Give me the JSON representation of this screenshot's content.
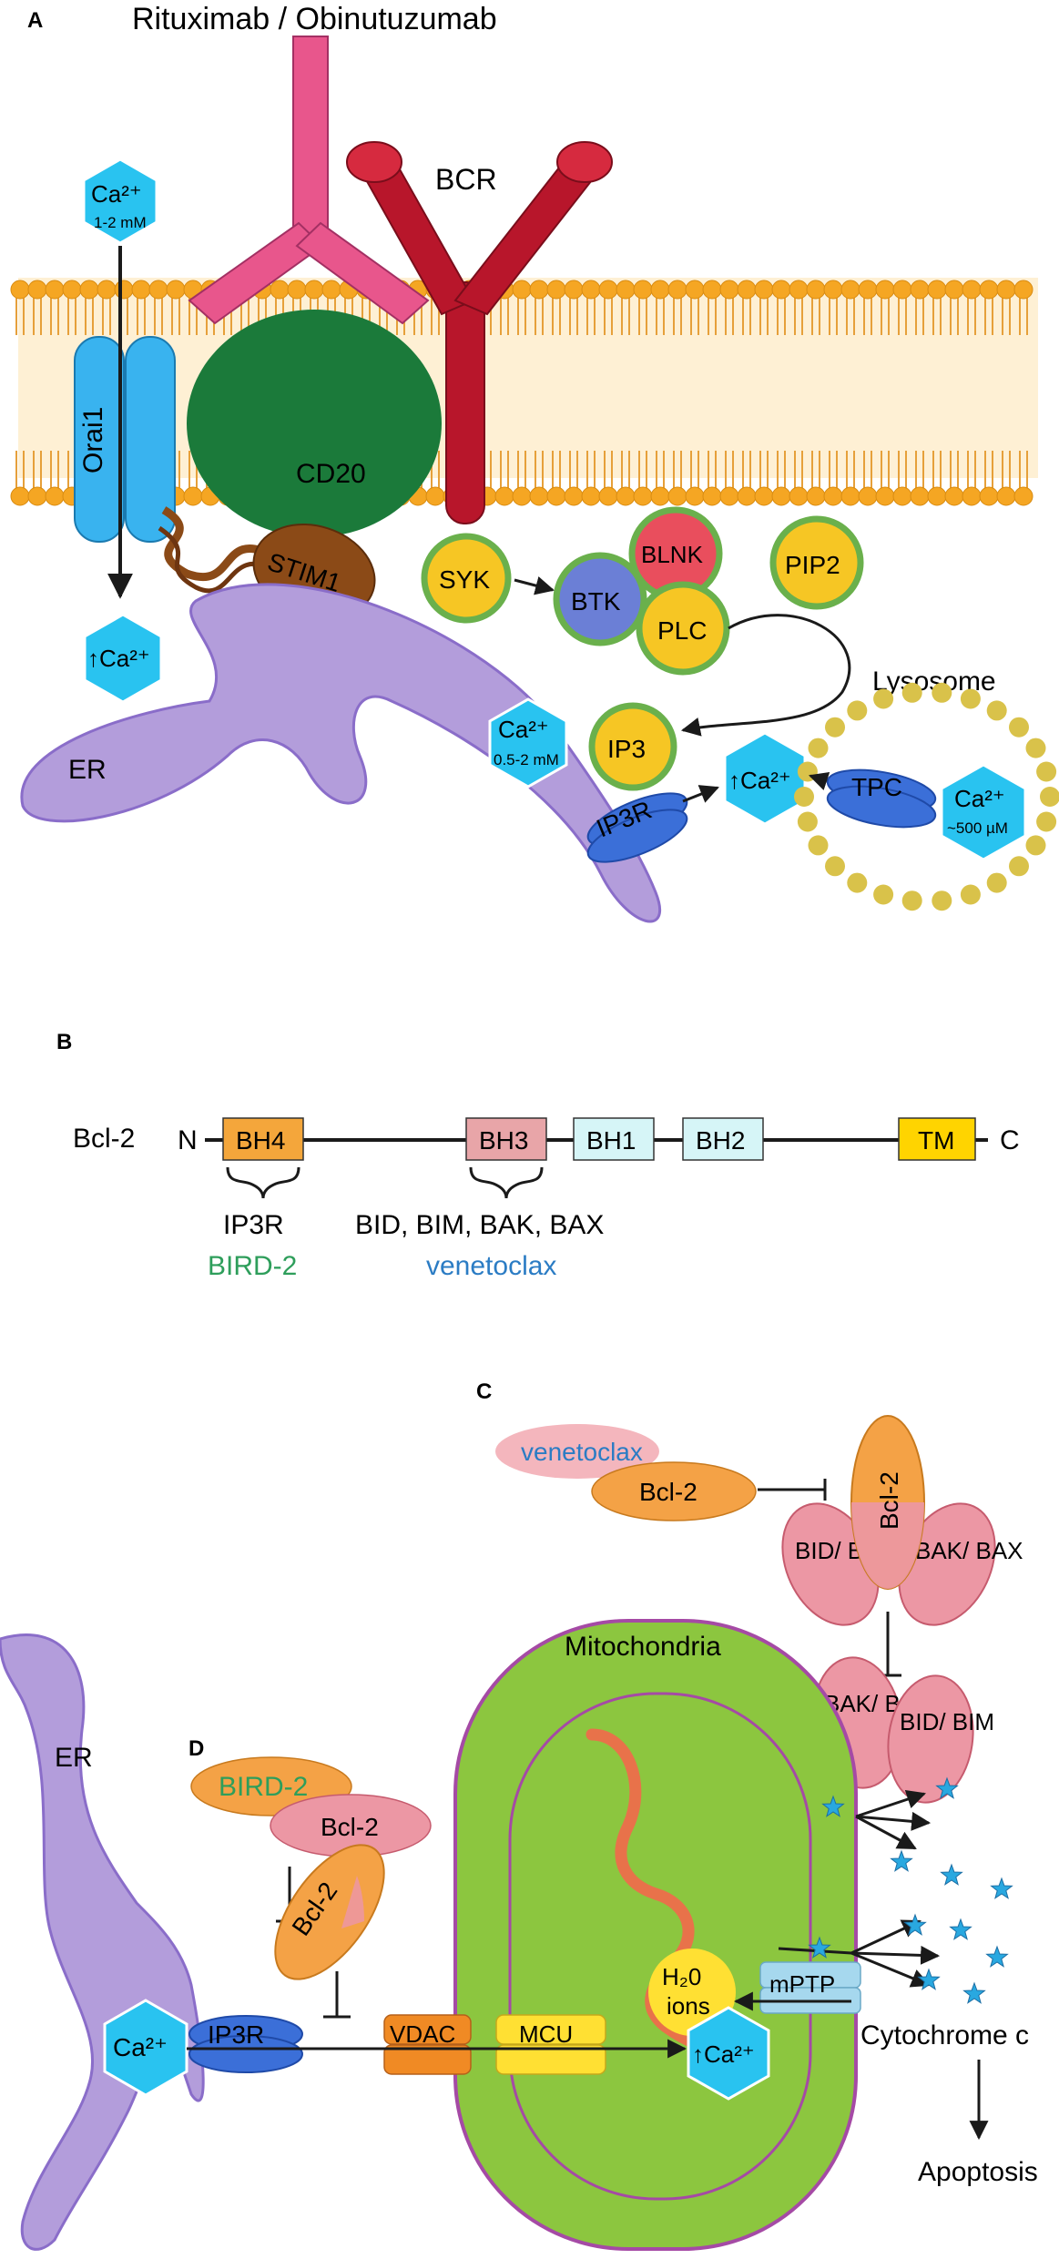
{
  "panel_a": {
    "panel_label": "A",
    "antibody_label": "Rituximab / Obinutuzumab",
    "bcr_label": "BCR",
    "cd20_label": "CD20",
    "orai1_label": "Orai1",
    "stim1_label": "STIM1",
    "ca_outside": {
      "main": "Ca²⁺",
      "sub": "1-2 mM"
    },
    "ca_up_left": "↑Ca²⁺",
    "er_label": "ER",
    "syk_label": "SYK",
    "btk_label": "BTK",
    "blnk_label": "BLNK",
    "plc_label": "PLC",
    "pip2_label": "PIP2",
    "ip3_label": "IP3",
    "ip3r_label": "IP3R",
    "ca_er": {
      "main": "Ca²⁺",
      "sub": "0.5-2 mM"
    },
    "ca_up_center": "↑Ca²⁺",
    "lysosome_label": "Lysosome",
    "tpc_label": "TPC",
    "ca_lysosome": {
      "main": "Ca²⁺",
      "sub": "~500 µM"
    }
  },
  "panel_b": {
    "panel_label": "B",
    "protein_name": "Bcl-2",
    "n_term": "N",
    "c_term": "C",
    "domains": [
      "BH4",
      "BH3",
      "BH1",
      "BH2",
      "TM"
    ],
    "bh4_binder": "IP3R",
    "bh4_drug": "BIRD-2",
    "bh3_binders": "BID, BIM, BAK, BAX",
    "bh3_drug": "venetoclax"
  },
  "panel_c": {
    "panel_label": "C",
    "venetoclax_label": "venetoclax",
    "bcl2_label": "Bcl-2",
    "bcl2_vertical_label": "Bcl-2",
    "bid_bim_label": "BID/ BIM",
    "bak_bax_label": "BAK/ BAX",
    "bak_bax_free_label": "BAK/ BAX",
    "bid_bim_free_label": "BID/ BIM"
  },
  "panel_d": {
    "panel_label": "D",
    "er_label": "ER",
    "bird2_label": "BIRD-2",
    "bcl2_label": "Bcl-2",
    "bcl2_tilted_label": "Bcl-2",
    "ca_label": "Ca²⁺",
    "ip3r_label": "IP3R",
    "vdac_label": "VDAC",
    "mcu_label": "MCU",
    "mito_label": "Mitochondria",
    "ca_up_label": "↑Ca²⁺",
    "h2o_label": "H₂0",
    "ions_label": "ions",
    "mptp_label": "mPTP",
    "cytochrome_label": "Cytochrome c",
    "apoptosis_label": "Apoptosis"
  },
  "colors": {
    "lipid_head": "#f5a623",
    "calcium": "#29c3f0",
    "er": "#b39ddb",
    "antibody": "#e8568c",
    "bcr": "#b8162b",
    "cd20": "#1b7a3a",
    "orai1": "#39b3ef",
    "stim1": "#8b4a17",
    "signaling_ring": "#6ab04c",
    "yellow_protein": "#f6c624",
    "blue_protein": "#6b7fd6",
    "red_protein": "#e94e5d",
    "ip3r": "#3b6fd8",
    "lysosome": "#d9c24a",
    "bh4_domain": "#f4a63b",
    "bh3_domain": "#e8a5a8",
    "bh_1_2_domain": "#d6f5f7",
    "tm_domain": "#ffd400",
    "bcl2": "#f4a246",
    "bid_bak": "#ec97a4",
    "mitochondria": "#8cc63f",
    "mito_border": "#a54aa5",
    "vdac": "#f08a24",
    "mcu": "#ffe033",
    "mptp": "#a6d8ee",
    "cytochrome": "#29a8e0"
  }
}
